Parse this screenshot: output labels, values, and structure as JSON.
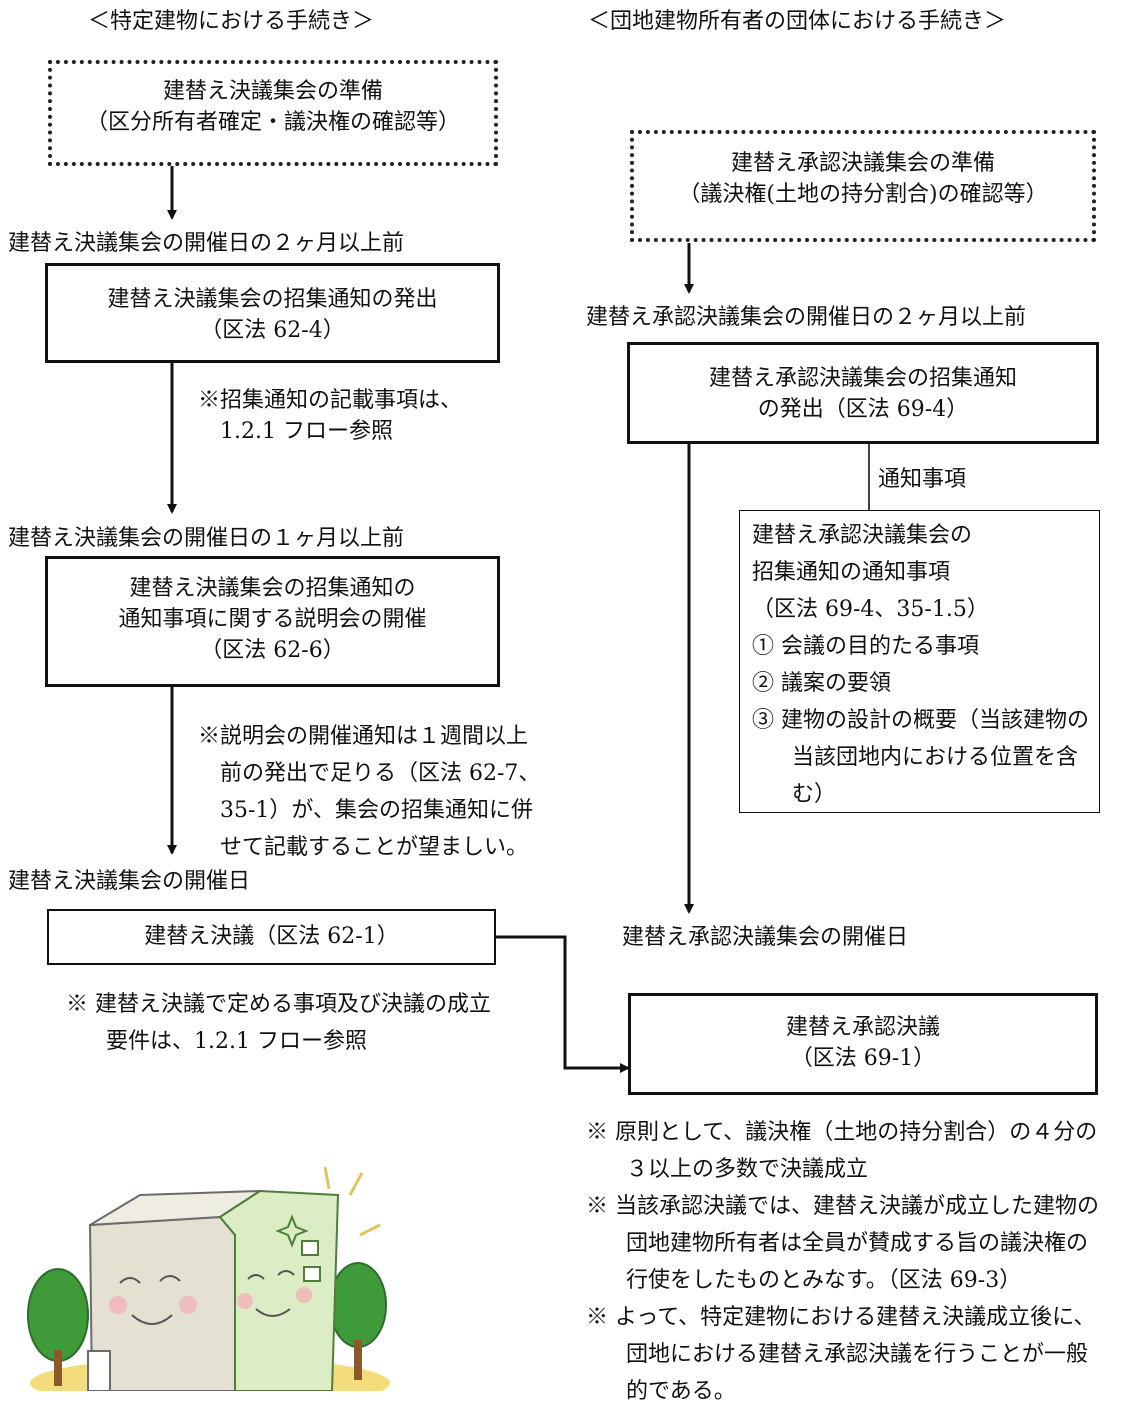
{
  "left_heading": "＜特定建物における手続き＞",
  "right_heading": "＜団地建物所有者の団体における手続き＞",
  "left": {
    "prep_box": [
      "建替え決議集会の準備",
      "（区分所有者確定・議決権の確認等）"
    ],
    "timing1": "建替え決議集会の開催日の２ヶ月以上前",
    "notice_box": [
      "建替え決議集会の招集通知の発出",
      "（区法 62-4）"
    ],
    "note1": [
      "※招集通知の記載事項は、",
      "1.2.1 フロー参照"
    ],
    "timing2": "建替え決議集会の開催日の１ヶ月以上前",
    "meeting_box": [
      "建替え決議集会の招集通知の",
      "通知事項に関する説明会の開催",
      "（区法 62-6）"
    ],
    "note2": [
      "※説明会の開催通知は１週間以上",
      "前の発出で足りる（区法 62-7、",
      "35-1）が、集会の招集通知に併",
      "せて記載することが望ましい。"
    ],
    "timing3": "建替え決議集会の開催日",
    "resolution_box": "建替え決議（区法 62-1）",
    "note3": "※ 建替え決議で定める事項及び決議の成立要件は、1.2.1 フロー参照"
  },
  "right": {
    "prep_box": [
      "建替え承認決議集会の準備",
      "（議決権(土地の持分割合)の確認等）"
    ],
    "timing1": "建替え承認決議集会の開催日の２ヶ月以上前",
    "notice_box": [
      "建替え承認決議集会の招集通知",
      "の発出（区法 69-4）"
    ],
    "notice_label": "通知事項",
    "items_box": {
      "title": [
        "建替え承認決議集会の",
        "招集通知の通知事項",
        "（区法 69-4、35-1.5）"
      ],
      "items": [
        "① 会議の目的たる事項",
        "② 議案の要領",
        "③ 建物の設計の概要（当該建物の当該団地内における位置を含む）"
      ]
    },
    "timing2": "建替え承認決議集会の開催日",
    "resolution_box": [
      "建替え承認決議",
      "（区法 69-1）"
    ],
    "notes": [
      "※ 原則として、議決権（土地の持分割合）の４分の３以上の多数で決議成立",
      "※ 当該承認決議では、建替え決議が成立した建物の団地建物所有者は全員が賛成する旨の議決権の行使をしたものとみなす。（区法 69-3）",
      "※ よって、特定建物における建替え決議成立後に、団地における建替え承認決議を行うことが一般的である。"
    ]
  },
  "colors": {
    "line": "#111111",
    "building_left": "#e4e0d2",
    "building_right": "#dcecc4",
    "tree": "#3f9a3a",
    "ground": "#f3dc7a"
  }
}
